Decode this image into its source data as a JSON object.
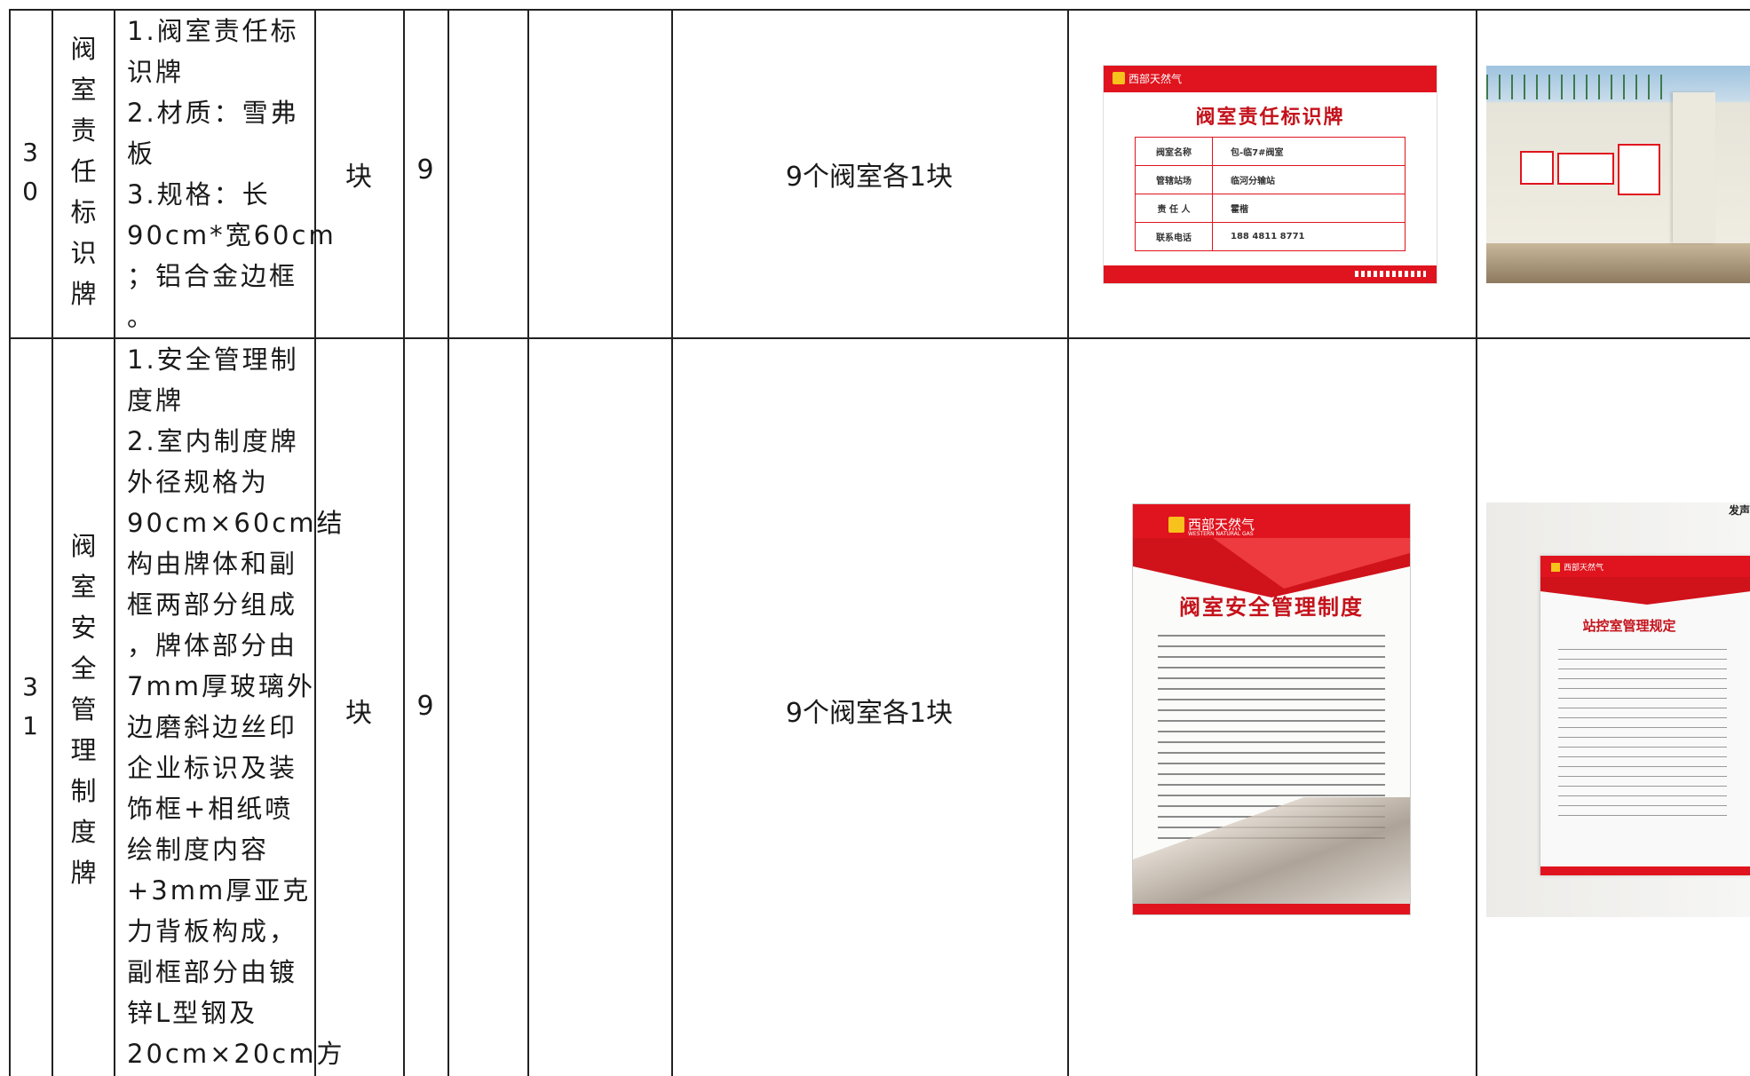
{
  "rows": [
    {
      "index_digits": [
        "3",
        "0"
      ],
      "name_chars": [
        "阀",
        "室",
        "责",
        "任",
        "标",
        "识",
        "牌"
      ],
      "desc_lines": [
        "1.阀室责任标",
        "识牌",
        "2.材质：雪弗",
        "板",
        "3.规格：长",
        "90cm*宽60cm",
        "；铝合金边框",
        "。"
      ],
      "unit": "块",
      "qty": "9",
      "note": "9个阀室各1块",
      "board": {
        "logo": "西部天然气",
        "title": "阀室责任标识牌",
        "rows": [
          {
            "k": "阀室名称",
            "v": "包-临7#阀室"
          },
          {
            "k": "管辖站场",
            "v": "临河分输站"
          },
          {
            "k": "责 任 人",
            "v": "霍楷"
          },
          {
            "k": "联系电话",
            "v": "188 4811 8771"
          }
        ]
      }
    },
    {
      "index_digits": [
        "3",
        "1"
      ],
      "name_chars": [
        "阀",
        "室",
        "安",
        "全",
        "管",
        "理",
        "制",
        "度",
        "牌"
      ],
      "desc_lines": [
        "1.安全管理制",
        "度牌",
        "2.室内制度牌",
        "外径规格为",
        "90cm×60cm结",
        "构由牌体和副",
        "框两部分组成",
        "，牌体部分由",
        "7mm厚玻璃外",
        "边磨斜边丝印",
        "企业标识及装",
        "饰框+相纸喷",
        "绘制度内容",
        "+3mm厚亚克",
        "力背板构成，",
        "副框部分由镀",
        "锌L型钢及",
        "20cm×20cm方"
      ],
      "unit": "块",
      "qty": "9",
      "note": "9个阀室各1块",
      "poster": {
        "logo": "西部天然气",
        "logo_sub": "WESTERN NATURAL GAS",
        "title": "阀室安全管理制度"
      },
      "photo": {
        "logo": "西部天然气",
        "title": "站控室管理规定",
        "corner": "发声"
      }
    }
  ],
  "colors": {
    "brand_red": "#e0141e",
    "dark_red": "#b50d16",
    "grid": "#222222"
  }
}
